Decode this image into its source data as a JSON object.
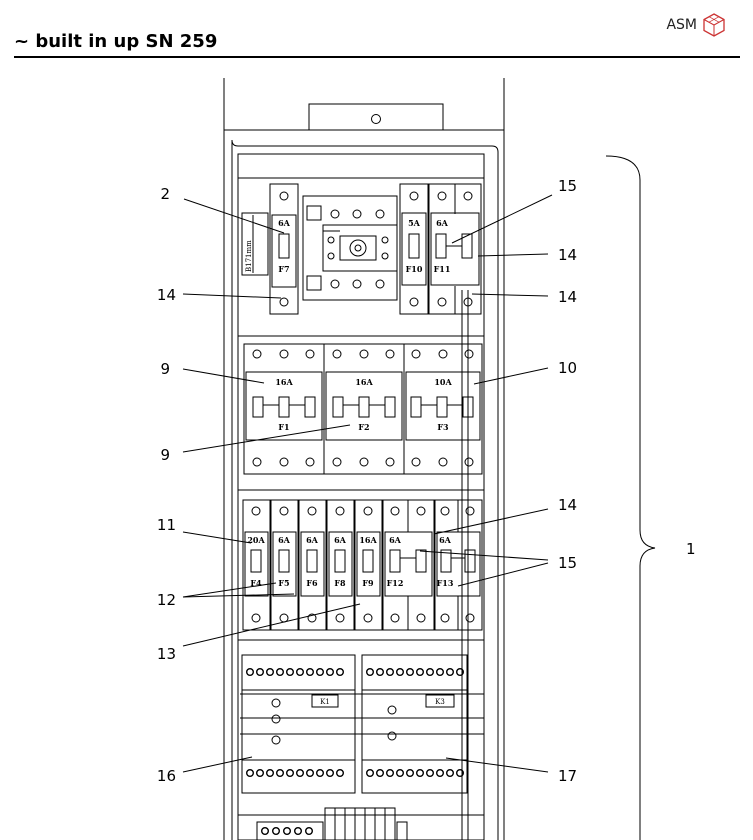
{
  "header": {
    "title": "~ built in up SN 259",
    "brand": "ASM",
    "brand_icon": "asm-cube-logo-icon"
  },
  "callouts": {
    "c1": "1",
    "c2": "2",
    "c9a": "9",
    "c9b": "9",
    "c10": "10",
    "c11": "11",
    "c12": "12",
    "c13": "13",
    "c14a": "14",
    "c14b": "14",
    "c14c": "14",
    "c14d": "14",
    "c15a": "15",
    "c15b": "15",
    "c16": "16",
    "c17": "17"
  },
  "top_row": {
    "f7_rating": "6A",
    "f7_label": "F7",
    "side_label": "B171mm",
    "f10_rating": "5A",
    "f10_label": "F10",
    "f11_rating": "6A",
    "f11_label": "F11"
  },
  "mid_row": {
    "f1_rating": "16A",
    "f1_label": "F1",
    "f2_rating": "16A",
    "f2_label": "F2",
    "f3_rating": "10A",
    "f3_label": "F3"
  },
  "lower_row": {
    "f4_rating": "20A",
    "f4_label": "F4",
    "f5_rating": "6A",
    "f5_label": "F5",
    "f6_rating": "6A",
    "f6_label": "F6",
    "f8_rating": "6A",
    "f8_label": "F8",
    "f9_rating": "16A",
    "f9_label": "F9",
    "f12_rating": "6A",
    "f12_label": "F12",
    "f13_rating": "6A",
    "f13_label": "F13"
  },
  "relays": {
    "k1": "K1",
    "k2": "K3"
  }
}
